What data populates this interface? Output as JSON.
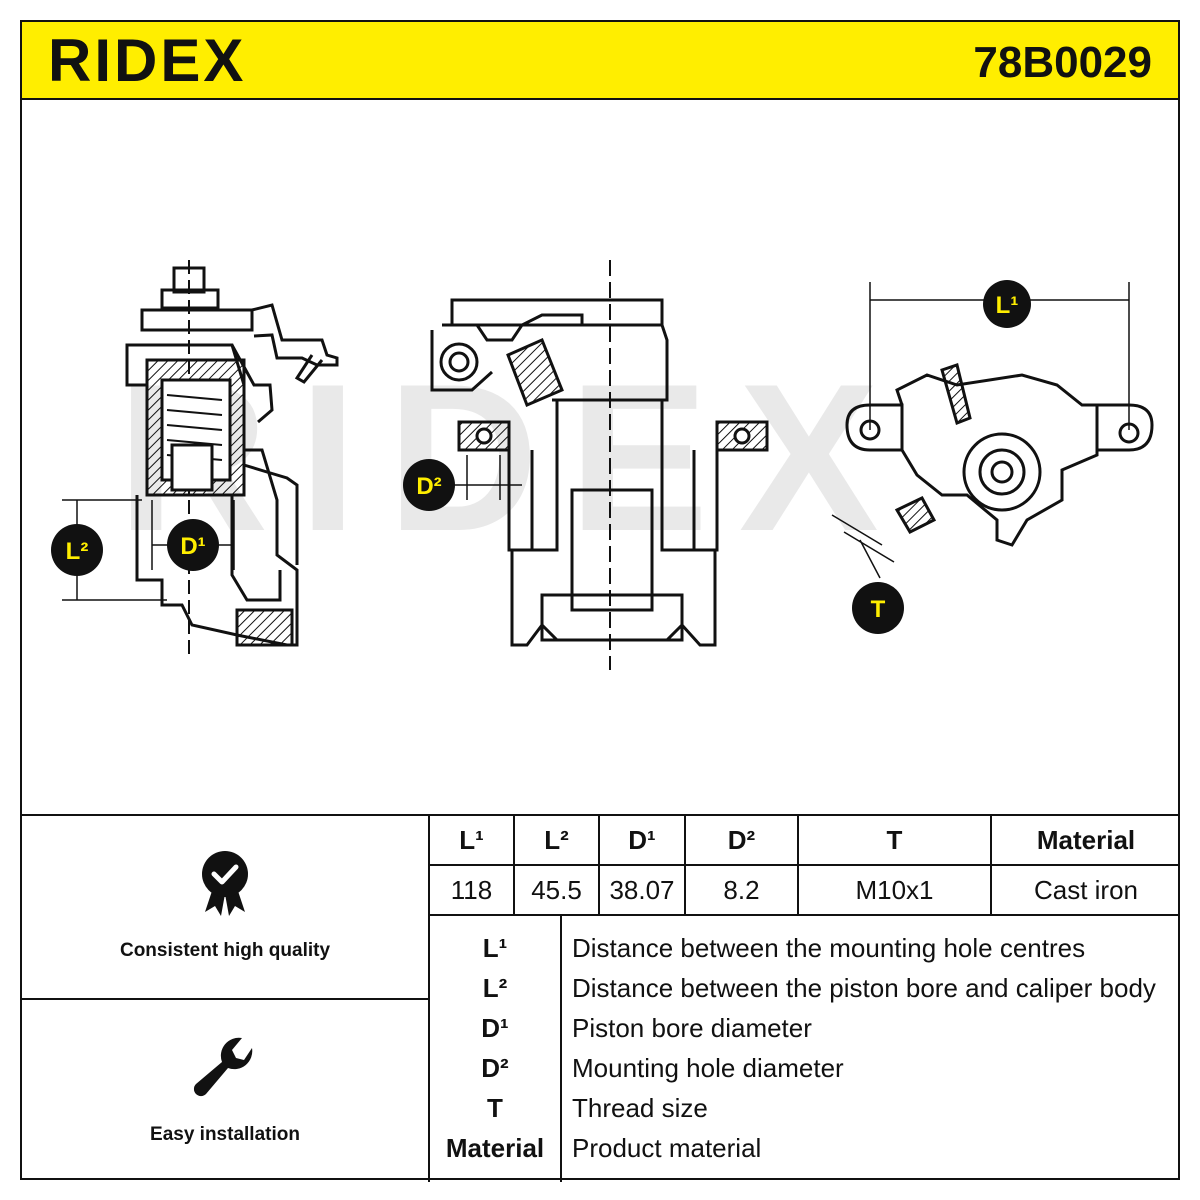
{
  "header": {
    "brand": "RIDEX",
    "part_number": "78B0029",
    "accent_color": "#FFEE00"
  },
  "drawing": {
    "watermark": "RIDEX",
    "callouts": {
      "l1": "L¹",
      "l2": "L²",
      "d1": "D¹",
      "d2": "D²",
      "t": "T"
    }
  },
  "features": [
    {
      "icon": "quality-badge-icon",
      "label": "Consistent high quality"
    },
    {
      "icon": "wrench-icon",
      "label": "Easy installation"
    }
  ],
  "specs": {
    "headers": [
      "L¹",
      "L²",
      "D¹",
      "D²",
      "T",
      "Material"
    ],
    "values": [
      "118",
      "45.5",
      "38.07",
      "8.2",
      "M10x1",
      "Cast iron"
    ]
  },
  "legend": [
    {
      "key": "L¹",
      "desc": "Distance between the mounting hole centres"
    },
    {
      "key": "L²",
      "desc": "Distance between the piston bore and caliper body"
    },
    {
      "key": "D¹",
      "desc": "Piston bore diameter"
    },
    {
      "key": "D²",
      "desc": "Mounting hole diameter"
    },
    {
      "key": "T",
      "desc": "Thread size"
    },
    {
      "key": "Material",
      "desc": "Product material"
    }
  ]
}
